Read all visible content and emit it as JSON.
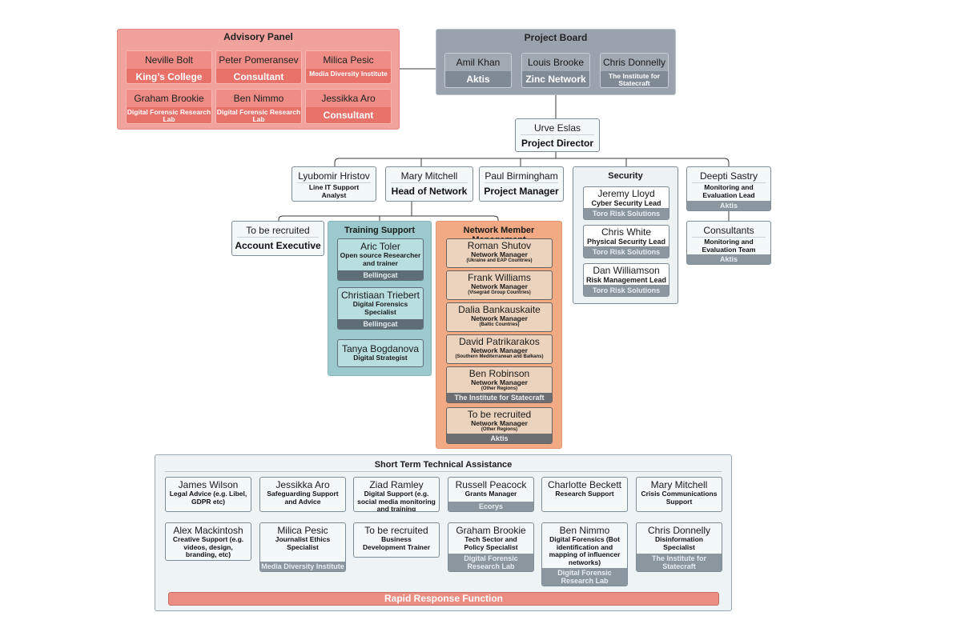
{
  "advisory_panel": {
    "title": "Advisory Panel",
    "members": [
      {
        "name": "Neville Bolt",
        "org": "King’s College"
      },
      {
        "name": "Peter Pomeransev",
        "org": "Consultant"
      },
      {
        "name": "Milica Pesic",
        "org": "Media Diversity Institute"
      },
      {
        "name": "Graham Brookie",
        "org": "Digital Forensic Research Lab"
      },
      {
        "name": "Ben Nimmo",
        "org": "Digital Forensic Research Lab"
      },
      {
        "name": "Jessikka Aro",
        "org": "Consultant"
      }
    ]
  },
  "project_board": {
    "title": "Project Board",
    "members": [
      {
        "name": "Amil Khan",
        "org": "Aktis"
      },
      {
        "name": "Louis Brooke",
        "org": "Zinc Network"
      },
      {
        "name": "Chris Donnelly",
        "org": "The Institute for Statecraft"
      }
    ]
  },
  "director": {
    "name": "Urve Eslas",
    "role": "Project Director"
  },
  "line_it": {
    "name": "Lyubomir Hristov",
    "role": "Line IT Support Analyst"
  },
  "head_network": {
    "name": "Mary Mitchell",
    "role": "Head of Network"
  },
  "project_manager": {
    "name": "Paul Birmingham",
    "role": "Project Manager"
  },
  "account_exec": {
    "name": "To be recruited",
    "role": "Account Executive"
  },
  "security": {
    "title": "Security",
    "members": [
      {
        "name": "Jeremy Lloyd",
        "role": "Cyber Security Lead",
        "org": "Toro Risk Solutions"
      },
      {
        "name": "Chris White",
        "role": "Physical Security Lead",
        "org": "Toro Risk Solutions"
      },
      {
        "name": "Dan Williamson",
        "role": "Risk Management Lead",
        "org": "Toro Risk Solutions"
      }
    ]
  },
  "monitoring": {
    "lead": {
      "name": "Deepti Sastry",
      "role": "Monitoring and Evaluation Lead",
      "org": "Aktis"
    },
    "team": {
      "name": "Consultants",
      "role": "Monitoring and Evaluation Team",
      "org": "Aktis"
    }
  },
  "training_support": {
    "title": "Training Support",
    "members": [
      {
        "name": "Aric Toler",
        "role": "Open source Researcher and trainer",
        "org": "Bellingcat"
      },
      {
        "name": "Christiaan Triebert",
        "role": "Digital Forensics Specialist",
        "org": "Bellingcat"
      },
      {
        "name": "Tanya Bogdanova",
        "role": "Digital Strategist",
        "org": ""
      }
    ]
  },
  "network_member_management": {
    "title": "Network Member Management",
    "members": [
      {
        "name": "Roman Shutov",
        "role": "Network Manager",
        "region": "(Ukraine and EAP Countries)",
        "org": ""
      },
      {
        "name": "Frank Williams",
        "role": "Network Manager",
        "region": "(Visegrád Group Countries)",
        "org": ""
      },
      {
        "name": "Dalia Bankauskaite",
        "role": "Network Manager",
        "region": "(Baltic Countries)",
        "org": ""
      },
      {
        "name": "David Patrikarakos",
        "role": "Network Manager",
        "region": "(Southern Mediterranean and Balkans)",
        "org": ""
      },
      {
        "name": "Ben Robinson",
        "role": "Network Manager",
        "region": "(Other Regions)",
        "org": "The Institute for Statecraft"
      },
      {
        "name": "To be recruited",
        "role": "Network Manager",
        "region": "(Other Regions)",
        "org": "Aktis"
      }
    ]
  },
  "stta": {
    "title": "Short Term Technical Assistance",
    "members": [
      {
        "name": "James Wilson",
        "role": "Legal Advice (e.g. Libel, GDPR etc)",
        "org": ""
      },
      {
        "name": "Jessikka Aro",
        "role": "Safeguarding Support and Advice",
        "org": ""
      },
      {
        "name": "Ziad Ramley",
        "role": "Digital Support (e.g. social media monitoring and training",
        "org": ""
      },
      {
        "name": "Russell Peacock",
        "role": "Grants Manager",
        "org": "Ecorys"
      },
      {
        "name": "Charlotte Beckett",
        "role": "Research Support",
        "org": ""
      },
      {
        "name": "Mary Mitchell",
        "role": "Crisis Communications Support",
        "org": ""
      },
      {
        "name": "Alex Mackintosh",
        "role": "Creative Support (e.g. videos, design, branding, etc)",
        "org": ""
      },
      {
        "name": "Milica Pesic",
        "role": "Journalist Ethics Specialist",
        "org": "Media Diversity Institute"
      },
      {
        "name": "To be recruited",
        "role": "Business Development Trainer",
        "org": ""
      },
      {
        "name": "Graham Brookie",
        "role": "Tech Sector and Policy Specialist",
        "org": "Digital Forensic Research Lab"
      },
      {
        "name": "Ben Nimmo",
        "role": "Digital Forensics (Bot identification and mapping of influencer networks)",
        "org": "Digital Forensic Research Lab"
      },
      {
        "name": "Chris Donnelly",
        "role": "Disinformation Specialist",
        "org": "The Institute for Statecraft"
      }
    ],
    "rapid_response": "Rapid Response Function"
  }
}
